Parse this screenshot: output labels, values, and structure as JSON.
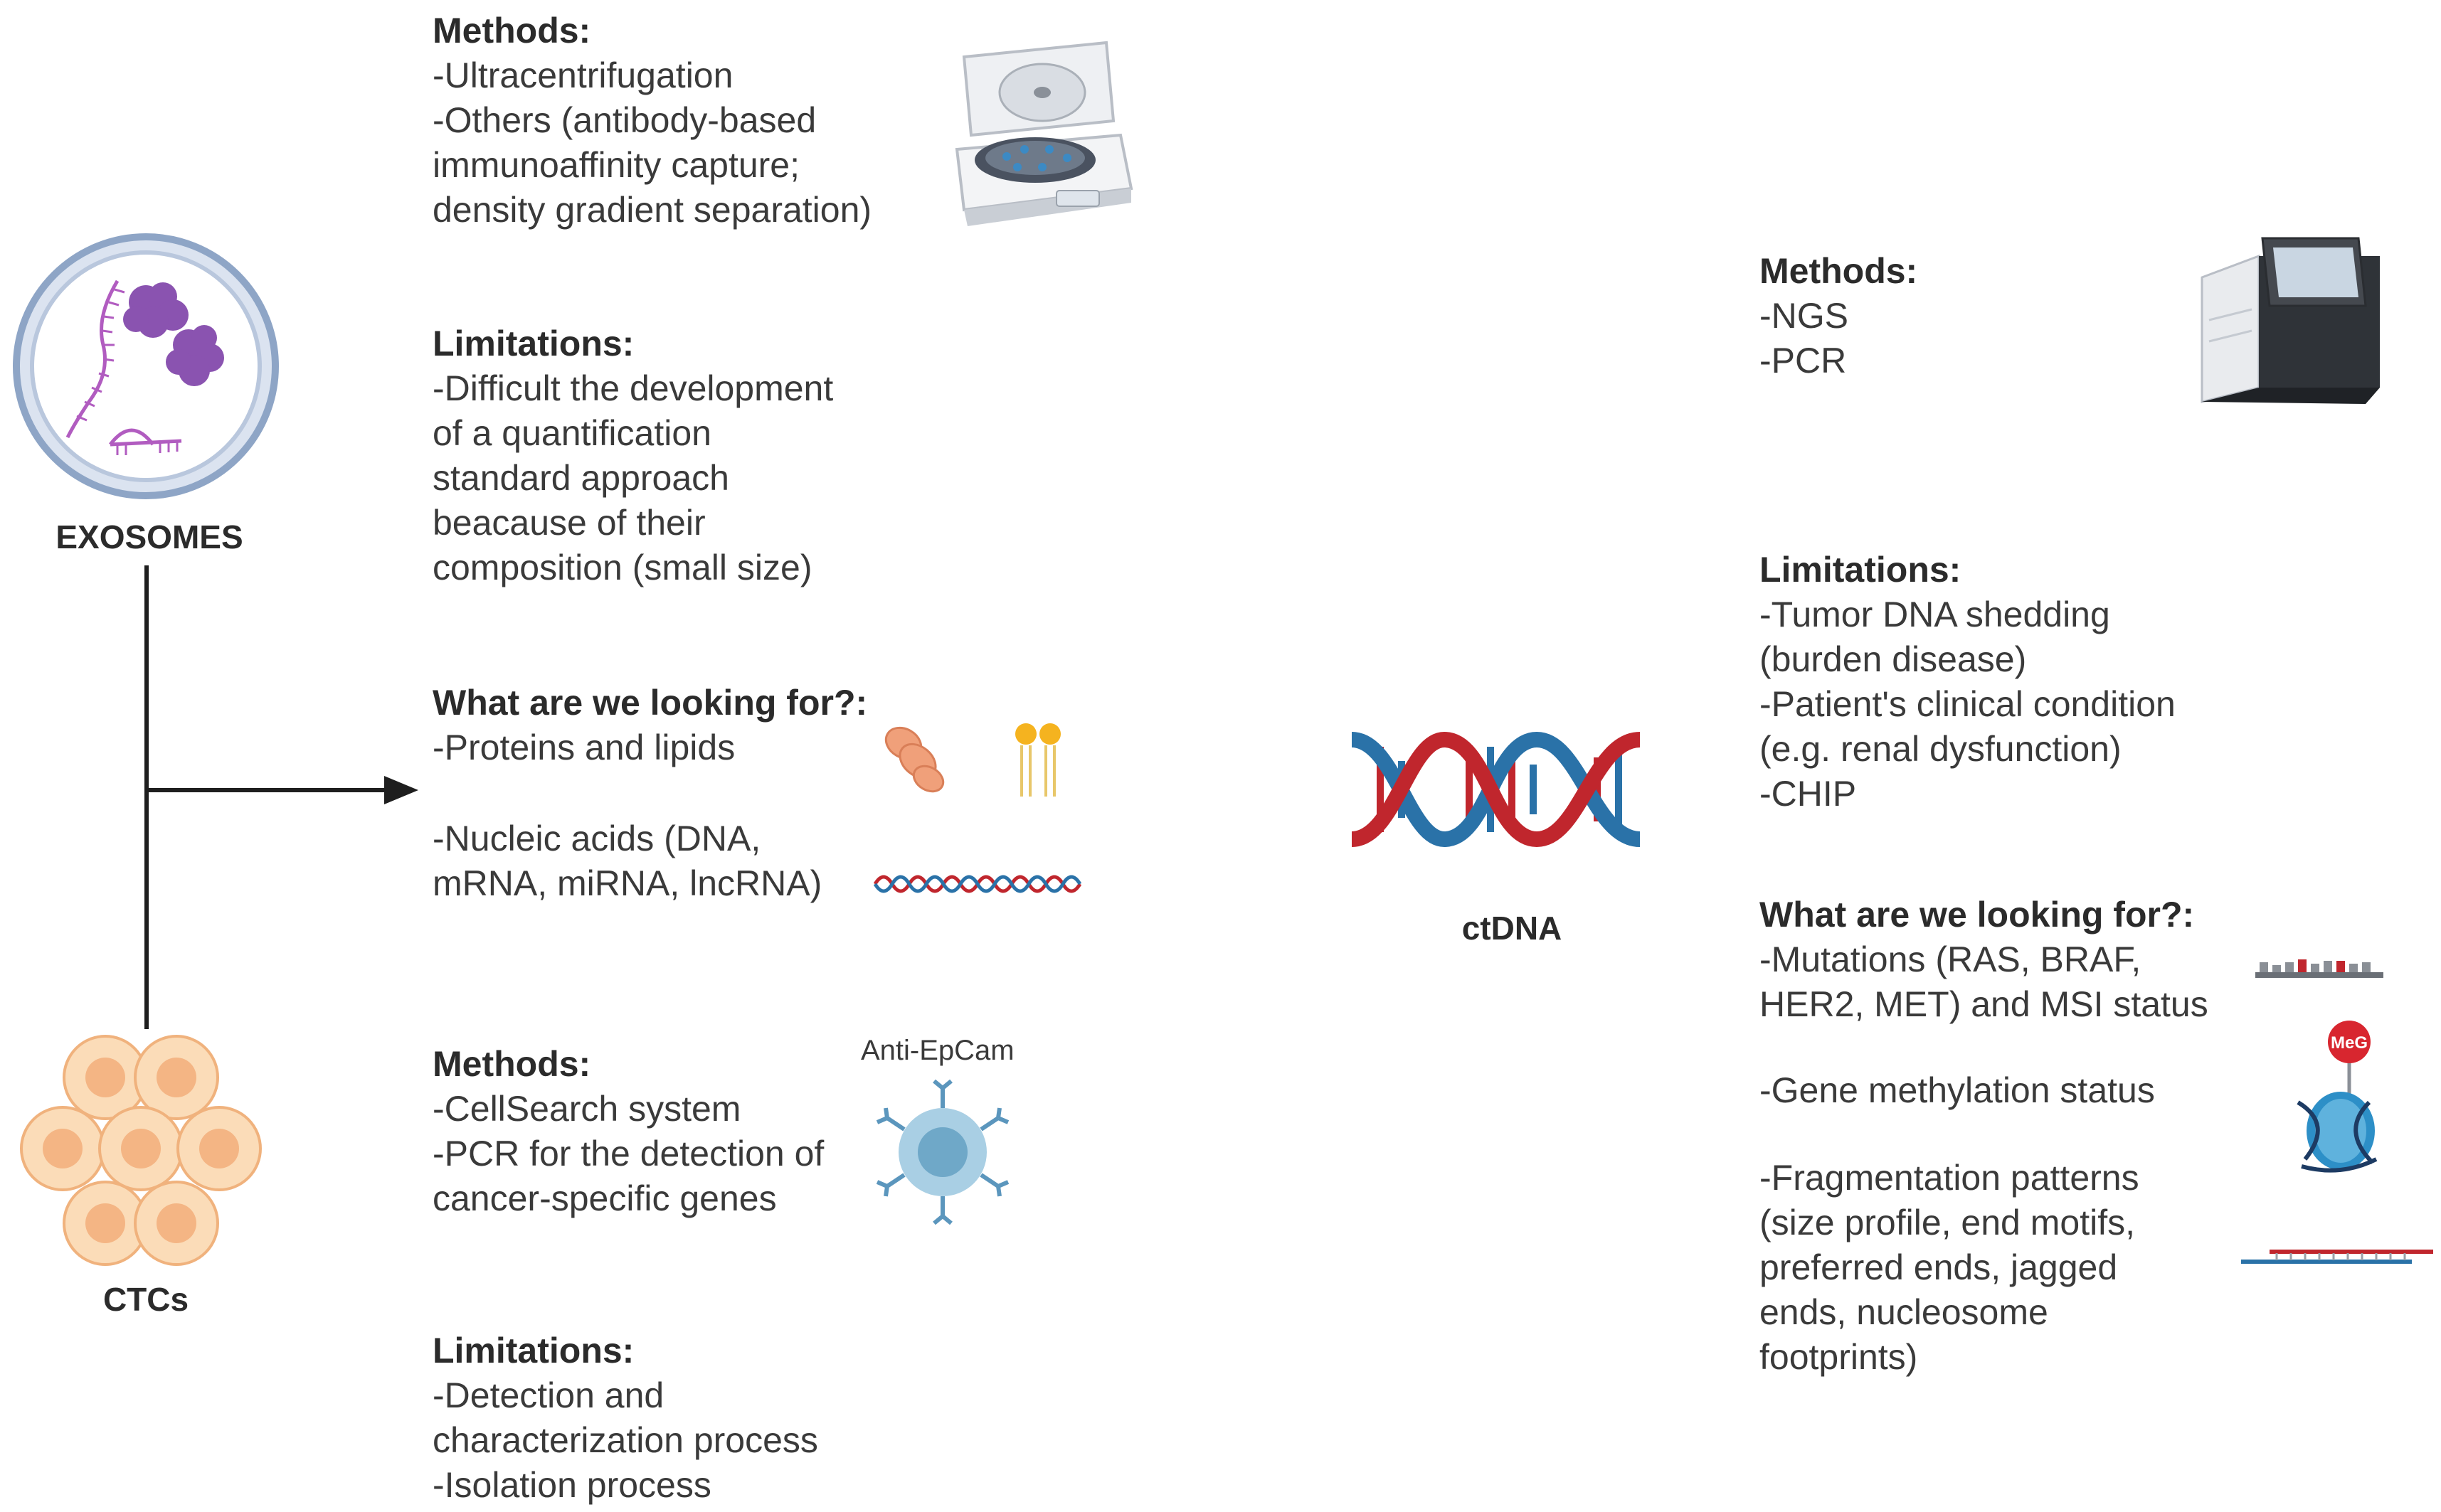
{
  "exosomes": {
    "label": "EXOSOMES",
    "methods": {
      "heading": "Methods:",
      "lines": [
        "-Ultracentrifugation",
        "-Others (antibody-based",
        "immunoaffinity capture;",
        "density gradient separation)"
      ]
    },
    "limitations": {
      "heading": "Limitations:",
      "lines": [
        "-Difficult the development",
        "of a quantification",
        "standard approach",
        "beacause of their",
        "composition (small size)"
      ]
    },
    "looking_for": {
      "heading": "What are we looking for?:",
      "item1": "-Proteins and lipids",
      "item2_lines": [
        "-Nucleic acids (DNA,",
        "mRNA, miRNA, lncRNA)"
      ]
    }
  },
  "ctcs": {
    "label": "CTCs",
    "antibody_label": "Anti-EpCam",
    "methods": {
      "heading": "Methods:",
      "lines": [
        "-CellSearch system",
        "-PCR for the detection of",
        "cancer-specific genes"
      ]
    },
    "limitations": {
      "heading": "Limitations:",
      "lines": [
        "-Detection and",
        "characterization process",
        "-Isolation process"
      ]
    }
  },
  "ctdna": {
    "label": "ctDNA",
    "methylation_badge": "MeG",
    "methods": {
      "heading": "Methods:",
      "lines": [
        "-NGS",
        "-PCR"
      ]
    },
    "limitations": {
      "heading": "Limitations:",
      "lines": [
        "-Tumor DNA shedding",
        "(burden disease)",
        "-Patient's clinical condition",
        "(e.g. renal dysfunction)",
        "-CHIP"
      ]
    },
    "looking_for": {
      "heading": "What are we looking for?:",
      "mutations_lines": [
        "-Mutations (RAS, BRAF,",
        "HER2, MET) and MSI status"
      ],
      "methylation": "-Gene methylation status",
      "fragmentation_lines": [
        "-Fragmentation patterns",
        "(size profile, end motifs,",
        "preferred ends, jagged",
        "ends, nucleosome",
        "footprints)"
      ]
    }
  },
  "colors": {
    "dna_red": "#c0262d",
    "dna_blue": "#2a72a8",
    "exosome_purple": "#9a5ab5",
    "ctc_orange": "#f7c79a",
    "connector": "#1e1e1e"
  }
}
